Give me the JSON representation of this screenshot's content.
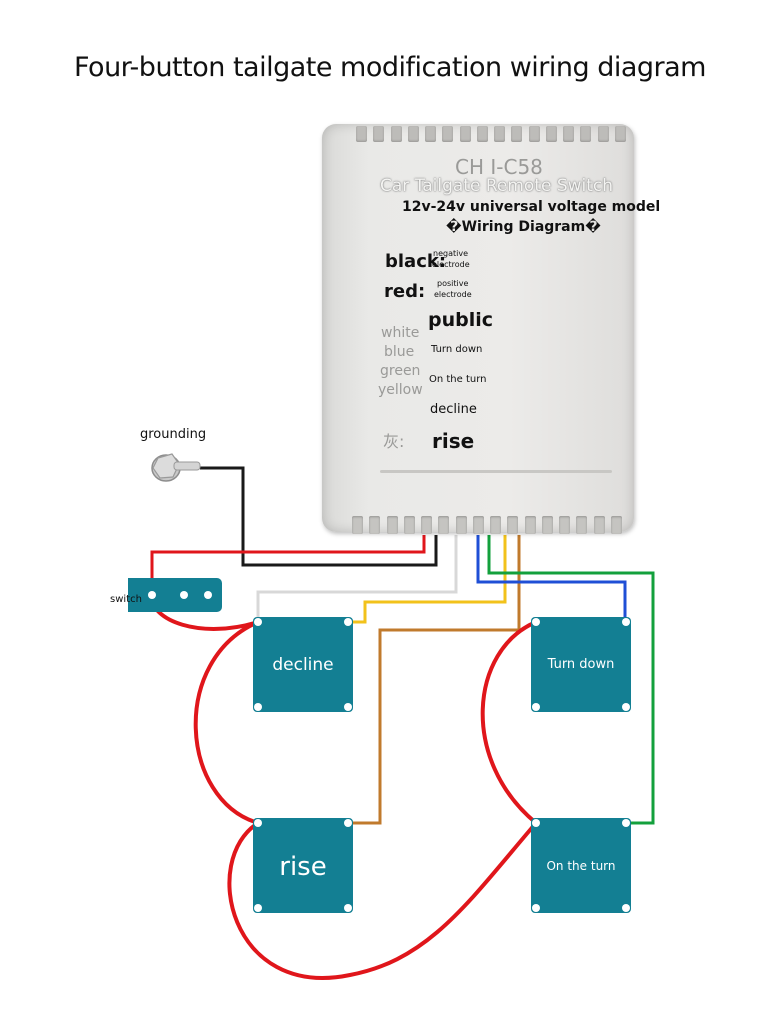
{
  "title": "Four-button tailgate modification wiring diagram",
  "device": {
    "model_text": "CH I-C58",
    "name": "Car Tailgate Remote Switch",
    "voltage": "12v-24v universal voltage model",
    "diagram_label": "�Wiring Diagram�",
    "wires": {
      "black_label": "black:",
      "black_desc_1": "negative",
      "black_desc_2": "electrode",
      "red_label": "red:",
      "red_desc_1": "positive",
      "red_desc_2": "electrode",
      "white_label": "white",
      "white_desc": "public",
      "blue_label": "blue",
      "blue_desc": "Turn down",
      "green_label": "green",
      "green_desc": "On the turn",
      "yellow_label": "yellow",
      "yellow_desc": "decline",
      "brown_label": "灰:",
      "brown_desc": "rise"
    }
  },
  "grounding_label": "grounding",
  "switch_label": "switch",
  "buttons": {
    "decline": "decline",
    "rise": "rise",
    "turn_down": "Turn down",
    "on_the_turn": "On the turn"
  },
  "colors": {
    "button_fill": "#137f93",
    "red_wire": "#e0161b",
    "black_wire": "#1a1a1a",
    "white_wire": "#d8d8d8",
    "yellow_wire": "#f2c21b",
    "brown_wire": "#c07a2c",
    "blue_wire": "#1f4fd6",
    "green_wire": "#13a03c"
  }
}
